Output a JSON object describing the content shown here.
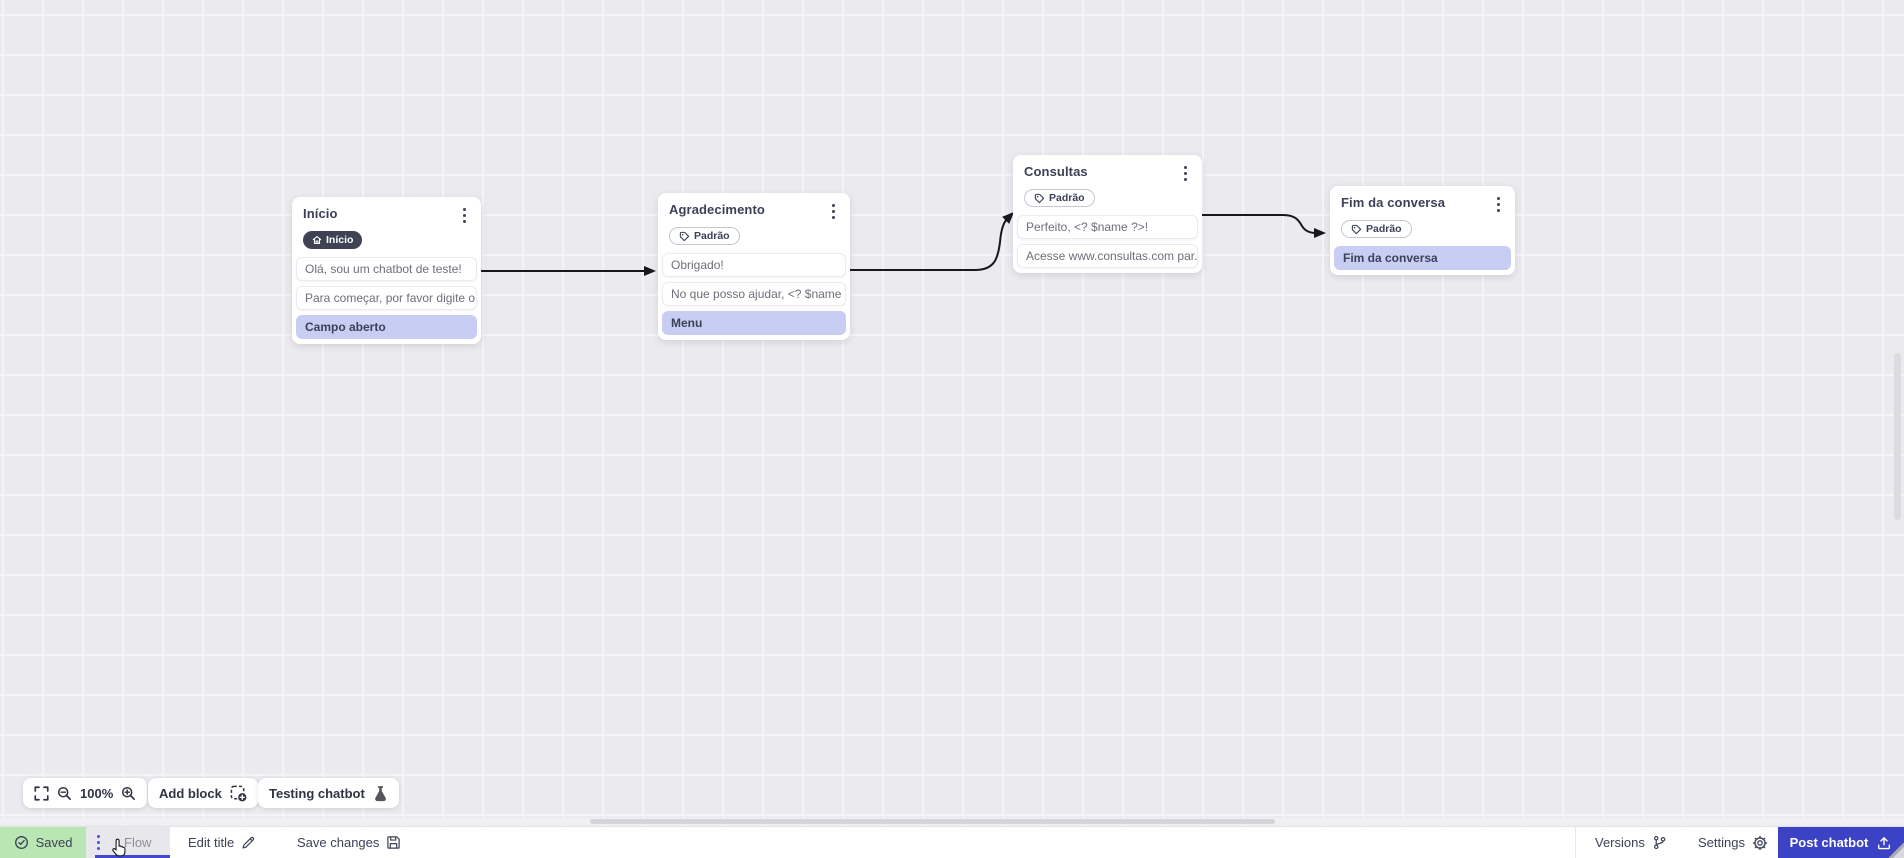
{
  "canvas": {
    "nodes": [
      {
        "title": "Início",
        "badge": {
          "label": "Início",
          "icon": "home"
        },
        "cards": [
          {
            "type": "message",
            "text": "Olá, sou um chatbot de teste!"
          },
          {
            "type": "message",
            "text": "Para começar, por favor digite o ..."
          },
          {
            "type": "action",
            "text": "Campo aberto"
          }
        ]
      },
      {
        "title": "Agradecimento",
        "badge": {
          "label": "Padrão",
          "icon": "tag"
        },
        "cards": [
          {
            "type": "message",
            "text": "Obrigado!"
          },
          {
            "type": "message",
            "text": "No que posso ajudar, <? $name ..."
          },
          {
            "type": "action",
            "text": "Menu"
          }
        ]
      },
      {
        "title": "Consultas",
        "badge": {
          "label": "Padrão",
          "icon": "tag"
        },
        "cards": [
          {
            "type": "message",
            "text": "Perfeito, <? $name ?>!"
          },
          {
            "type": "message",
            "text": "Acesse www.consultas.com par..."
          }
        ]
      },
      {
        "title": "Fim da conversa",
        "badge": {
          "label": "Padrão",
          "icon": "tag"
        },
        "cards": [
          {
            "type": "action",
            "text": "Fim da conversa"
          }
        ]
      }
    ]
  },
  "toolbar": {
    "zoom_level": "100%",
    "add_block_label": "Add block",
    "testing_label": "Testing chatbot"
  },
  "statusbar": {
    "saved_label": "Saved",
    "flow_tab_label": "Flow",
    "edit_title_label": "Edit title",
    "save_changes_label": "Save changes",
    "versions_label": "Versions",
    "settings_label": "Settings",
    "post_button_label": "Post chatbot"
  },
  "colors": {
    "accent": "#3b42c4",
    "action_card": "#c8cdf4",
    "saved_green": "#b9e6b2",
    "dark_text": "#3d4156"
  }
}
